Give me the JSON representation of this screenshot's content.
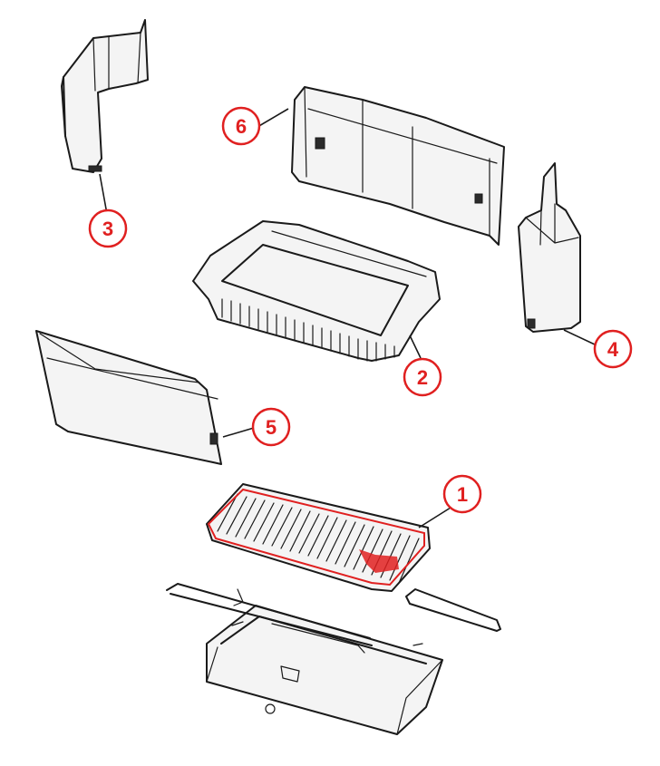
{
  "diagram": {
    "accent_color": "#e02020",
    "ink_color": "#1a1a1a",
    "callouts": [
      {
        "id": "1",
        "label": "1"
      },
      {
        "id": "2",
        "label": "2"
      },
      {
        "id": "3",
        "label": "3"
      },
      {
        "id": "4",
        "label": "4"
      },
      {
        "id": "5",
        "label": "5"
      },
      {
        "id": "6",
        "label": "6"
      }
    ],
    "parts": [
      {
        "callout": "1",
        "shape": "drip-tray-grid",
        "highlighted": true
      },
      {
        "callout": "2",
        "shape": "drip-tray-frame"
      },
      {
        "callout": "3",
        "shape": "left-side-panel"
      },
      {
        "callout": "4",
        "shape": "right-side-panel"
      },
      {
        "callout": "5",
        "shape": "front-panel"
      },
      {
        "callout": "6",
        "shape": "back-panel"
      },
      {
        "callout": "",
        "shape": "drip-tray-base"
      },
      {
        "callout": "",
        "shape": "rod-left"
      },
      {
        "callout": "",
        "shape": "rod-right"
      }
    ]
  }
}
